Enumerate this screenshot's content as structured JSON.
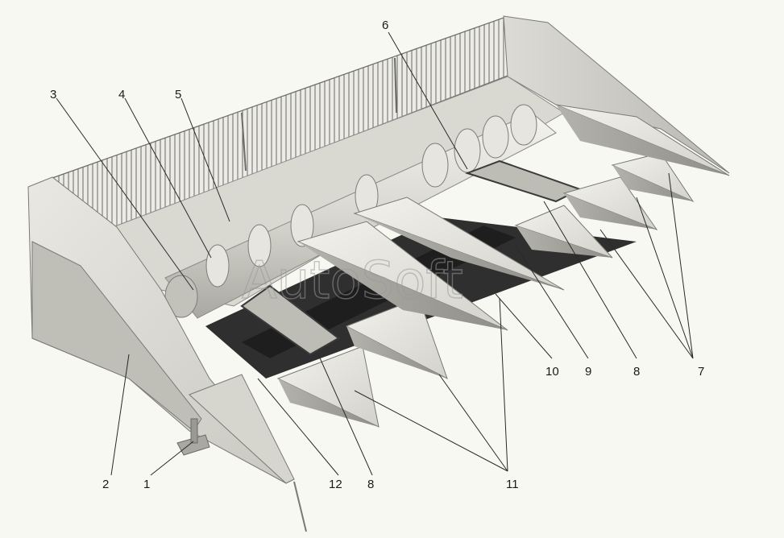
{
  "figure": {
    "watermark": "AutoSoft",
    "callouts": [
      {
        "id": "c1",
        "label": "1"
      },
      {
        "id": "c2",
        "label": "2"
      },
      {
        "id": "c3",
        "label": "3"
      },
      {
        "id": "c4",
        "label": "4"
      },
      {
        "id": "c5",
        "label": "5"
      },
      {
        "id": "c6",
        "label": "6"
      },
      {
        "id": "c7",
        "label": "7"
      },
      {
        "id": "c8a",
        "label": "8"
      },
      {
        "id": "c8b",
        "label": "8"
      },
      {
        "id": "c9",
        "label": "9"
      },
      {
        "id": "c10",
        "label": "10"
      },
      {
        "id": "c11",
        "label": "11"
      },
      {
        "id": "c12",
        "label": "12"
      }
    ]
  }
}
